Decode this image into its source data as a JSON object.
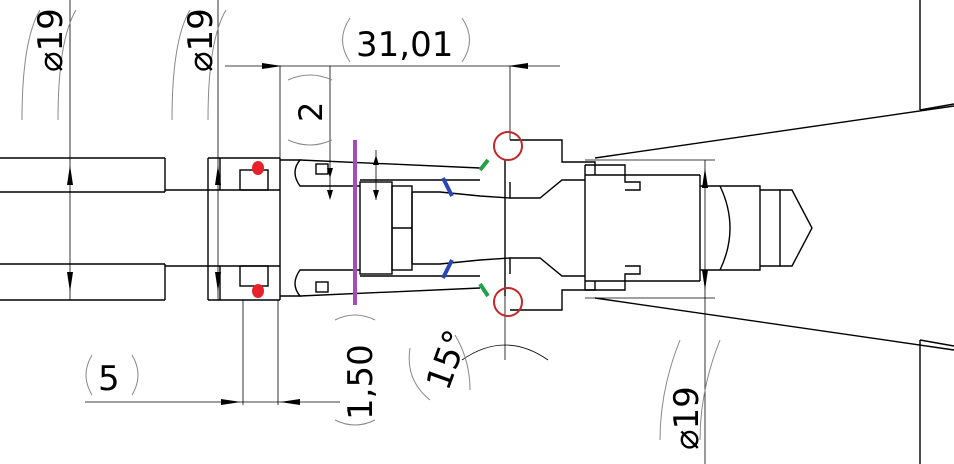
{
  "dimensions": {
    "dia_left_1": "⌀19",
    "dia_left_2": "⌀19",
    "dia_right": "⌀19",
    "length_top": "31,01",
    "step_2": "2",
    "gap_1_50": "1,50",
    "length_5": "5",
    "angle_15": "15°"
  },
  "colors": {
    "drawing": "#000000",
    "balloon": "#888888",
    "seal_dot": "#e8202a",
    "section_line": "#a64cb8",
    "check_circle": "#c0282a",
    "green_mark": "#22a048",
    "blue_mark": "#2846b4"
  }
}
